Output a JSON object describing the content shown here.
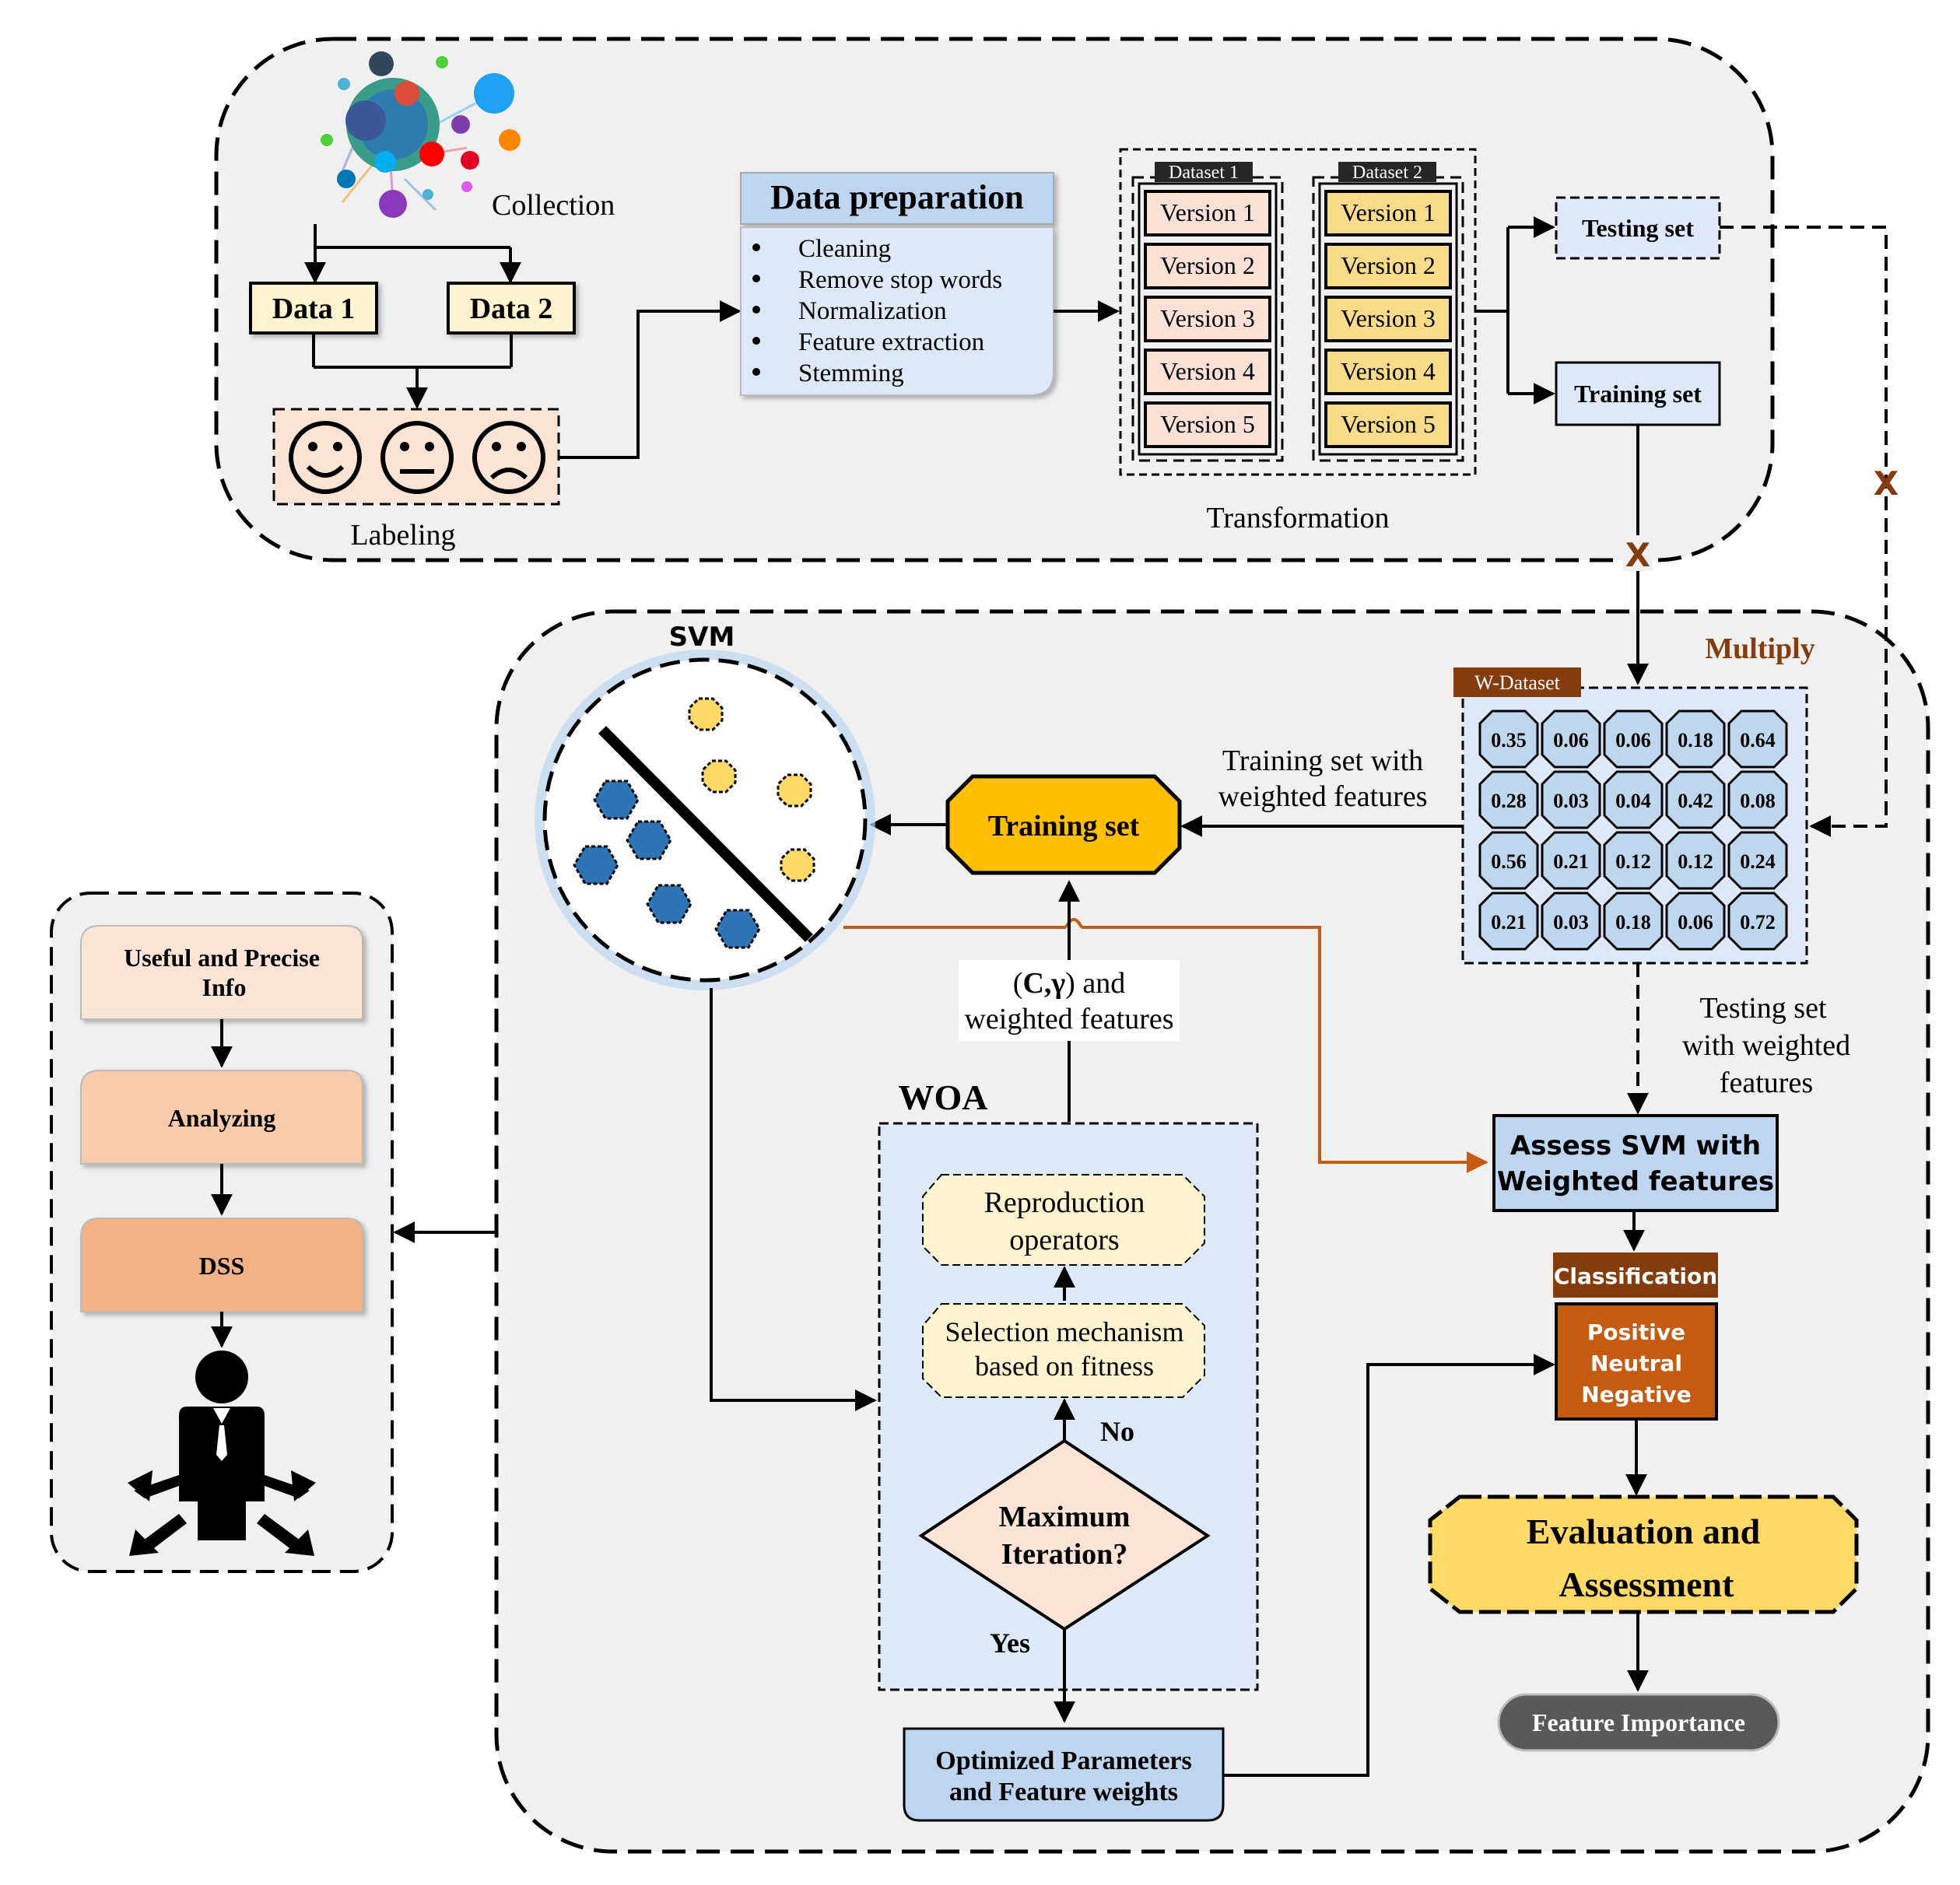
{
  "collection": {
    "label": "Collection"
  },
  "data_boxes": {
    "data1": "Data 1",
    "data2": "Data 2"
  },
  "labeling": {
    "label": "Labeling"
  },
  "data_preparation": {
    "title": "Data preparation",
    "steps": [
      "Cleaning",
      "Remove stop words",
      "Normalization",
      "Feature extraction",
      "Stemming"
    ]
  },
  "transformation": {
    "label": "Transformation",
    "dataset1": {
      "tag": "Dataset 1",
      "versions": [
        "Version 1",
        "Version 2",
        "Version 3",
        "Version 4",
        "Version 5"
      ]
    },
    "dataset2": {
      "tag": "Dataset 2",
      "versions": [
        "Version 1",
        "Version 2",
        "Version 3",
        "Version 4",
        "Version 5"
      ]
    }
  },
  "split": {
    "testing": "Testing set",
    "training": "Training set",
    "x_mark": "X"
  },
  "multiply": {
    "label": "Multiply"
  },
  "w_dataset": {
    "tag": "W-Dataset",
    "values": [
      [
        "0.35",
        "0.06",
        "0.06",
        "0.18",
        "0.64"
      ],
      [
        "0.28",
        "0.03",
        "0.04",
        "0.42",
        "0.08"
      ],
      [
        "0.56",
        "0.21",
        "0.12",
        "0.12",
        "0.24"
      ],
      [
        "0.21",
        "0.03",
        "0.18",
        "0.06",
        "0.72"
      ]
    ]
  },
  "svm": {
    "label": "SVM"
  },
  "training_block": {
    "label": "Training set",
    "caption_line1": "Training set with",
    "caption_line2": "weighted features"
  },
  "params_caption": {
    "line1_prefix": "(",
    "line1_c": "C",
    "line1_sep": ",",
    "line1_gamma": "γ",
    "line1_suffix": ") and",
    "line2": "weighted features"
  },
  "woa": {
    "title": "WOA",
    "reproduction": [
      "Reproduction",
      "operators"
    ],
    "selection": [
      "Selection mechanism",
      "based on fitness"
    ],
    "decision": [
      "Maximum",
      "Iteration?"
    ],
    "no": "No",
    "yes": "Yes"
  },
  "optimized": [
    "Optimized Parameters",
    "and Feature weights"
  ],
  "testing_caption": [
    "Testing set",
    "with weighted",
    "features"
  ],
  "assess": [
    "Assess SVM with",
    "Weighted features"
  ],
  "classification": {
    "header": "Classification",
    "classes": [
      "Positive",
      "Neutral",
      "Negative"
    ]
  },
  "evaluation": [
    "Evaluation and",
    "Assessment"
  ],
  "feature_importance": "Feature Importance",
  "dss_panel": {
    "items": [
      [
        "Useful and Precise",
        "Info"
      ],
      [
        "Analyzing"
      ],
      [
        "DSS"
      ]
    ]
  },
  "colors": {
    "panel_bg": "#f0f0f0",
    "data_box": "#fdf3cf",
    "labeling_box": "#fce4d4",
    "light_blue": "#dde9f6",
    "blue_box": "#bdd5ee",
    "version_pink": "#fbe0d6",
    "version_yellow": "#f9dc8a",
    "octagon": "#bdd7ee",
    "training_orange": "#ffbf00",
    "brown": "#c55a11",
    "dark_brown": "#843c0c",
    "yellow_eval": "#ffd966",
    "gray_pill": "#595959",
    "dss_1": "#fbe4d5",
    "dss_2": "#f8cbad",
    "dss_3": "#f4b183",
    "dot_yellow": "#ffd966",
    "dot_blue": "#2e75b6"
  }
}
